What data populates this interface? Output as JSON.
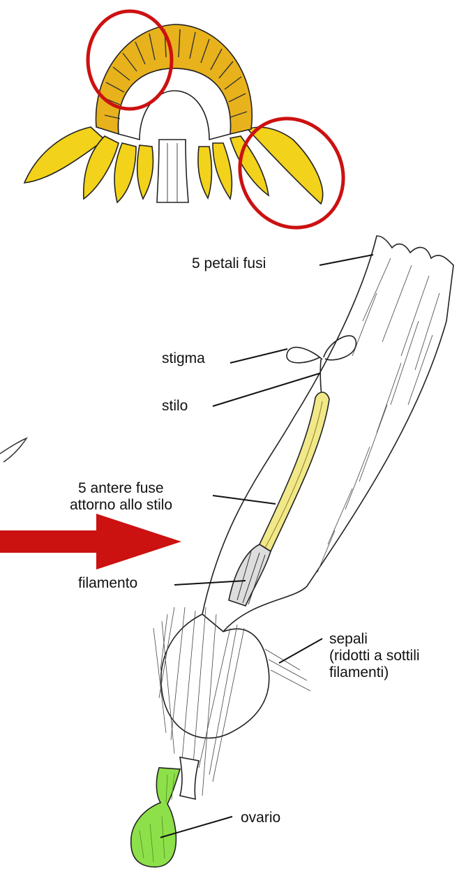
{
  "labels": {
    "petals": "5 petali fusi",
    "stigma": "stigma",
    "style": "stilo",
    "anthers_line1": "5 antere fuse",
    "anthers_line2": "attorno allo stilo",
    "filament": "filamento",
    "sepals_line1": "sepali",
    "sepals_line2": "(ridotti a sottili",
    "sepals_line3": "filamenti)",
    "ovary": "ovario"
  },
  "colors": {
    "highlight_circle": "#cc1111",
    "arrow": "#cc1111",
    "capitulum_yellow": "#f2d21a",
    "disc_floret_orange": "#e8b21c",
    "anthers_yellow": "#f1e88a",
    "ovary_green": "#8ee04a",
    "outline": "#222222"
  }
}
